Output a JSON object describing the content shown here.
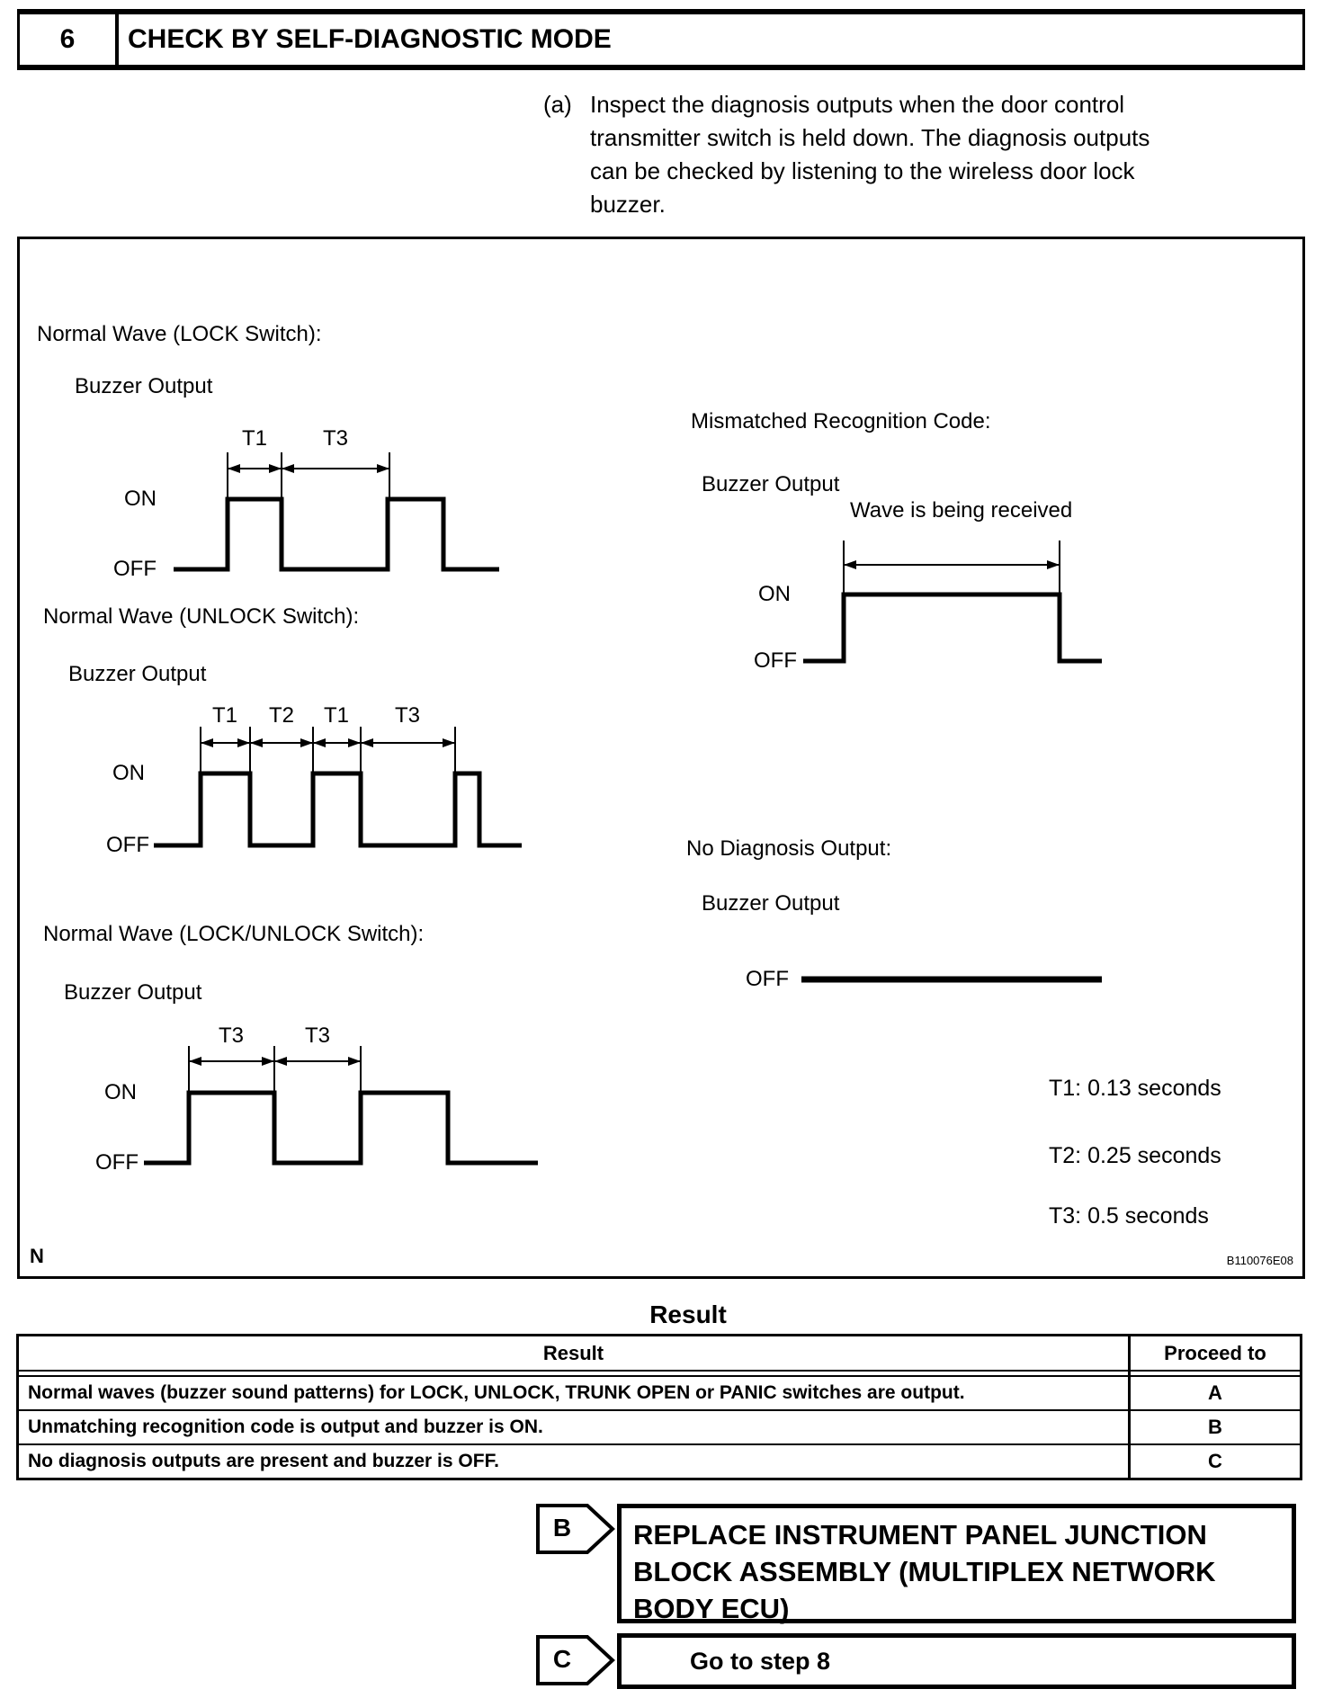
{
  "header": {
    "step_number": "6",
    "title": "CHECK BY SELF-DIAGNOSTIC MODE"
  },
  "instruction": {
    "marker": "(a)",
    "lines": [
      "Inspect the diagnosis outputs when the door control",
      "transmitter switch is held down. The diagnosis outputs",
      "can be checked by listening to the wireless door lock",
      "buzzer."
    ]
  },
  "figure": {
    "panels": [
      {
        "title": "Normal Wave (LOCK Switch):",
        "signal_label": "Buzzer Output",
        "on": "ON",
        "off": "OFF",
        "intervals": [
          "T1",
          "T3"
        ]
      },
      {
        "title": "Normal Wave (UNLOCK Switch):",
        "signal_label": "Buzzer Output",
        "on": "ON",
        "off": "OFF",
        "intervals": [
          "T1",
          "T2",
          "T1",
          "T3"
        ]
      },
      {
        "title": "Normal Wave (LOCK/UNLOCK Switch):",
        "signal_label": "Buzzer Output",
        "on": "ON",
        "off": "OFF",
        "intervals": [
          "T3",
          "T3"
        ]
      },
      {
        "title": "Mismatched Recognition Code:",
        "signal_label": "Buzzer Output",
        "annotation": "Wave is being received",
        "on": "ON",
        "off": "OFF"
      },
      {
        "title": "No Diagnosis Output:",
        "signal_label": "Buzzer Output",
        "off": "OFF"
      }
    ],
    "timings": [
      "T1: 0.13 seconds",
      "T2: 0.25 seconds",
      "T3: 0.5 seconds"
    ],
    "note_letter": "N",
    "figure_code": "B110076E08"
  },
  "result_section": {
    "heading": "Result",
    "table": {
      "columns": [
        "Result",
        "Proceed to"
      ],
      "rows": [
        [
          "Normal waves (buzzer sound patterns) for LOCK, UNLOCK, TRUNK OPEN or PANIC switches are output.",
          "A"
        ],
        [
          "Unmatching recognition code is output and buzzer is ON.",
          "B"
        ],
        [
          "No diagnosis outputs are present and buzzer is OFF.",
          "C"
        ]
      ]
    },
    "actions": [
      {
        "label": "B",
        "lines": [
          "REPLACE INSTRUMENT PANEL JUNCTION",
          "BLOCK ASSEMBLY (MULTIPLEX NETWORK",
          "BODY ECU)"
        ]
      },
      {
        "label": "C",
        "lines": [
          "Go to step 8"
        ]
      }
    ]
  }
}
